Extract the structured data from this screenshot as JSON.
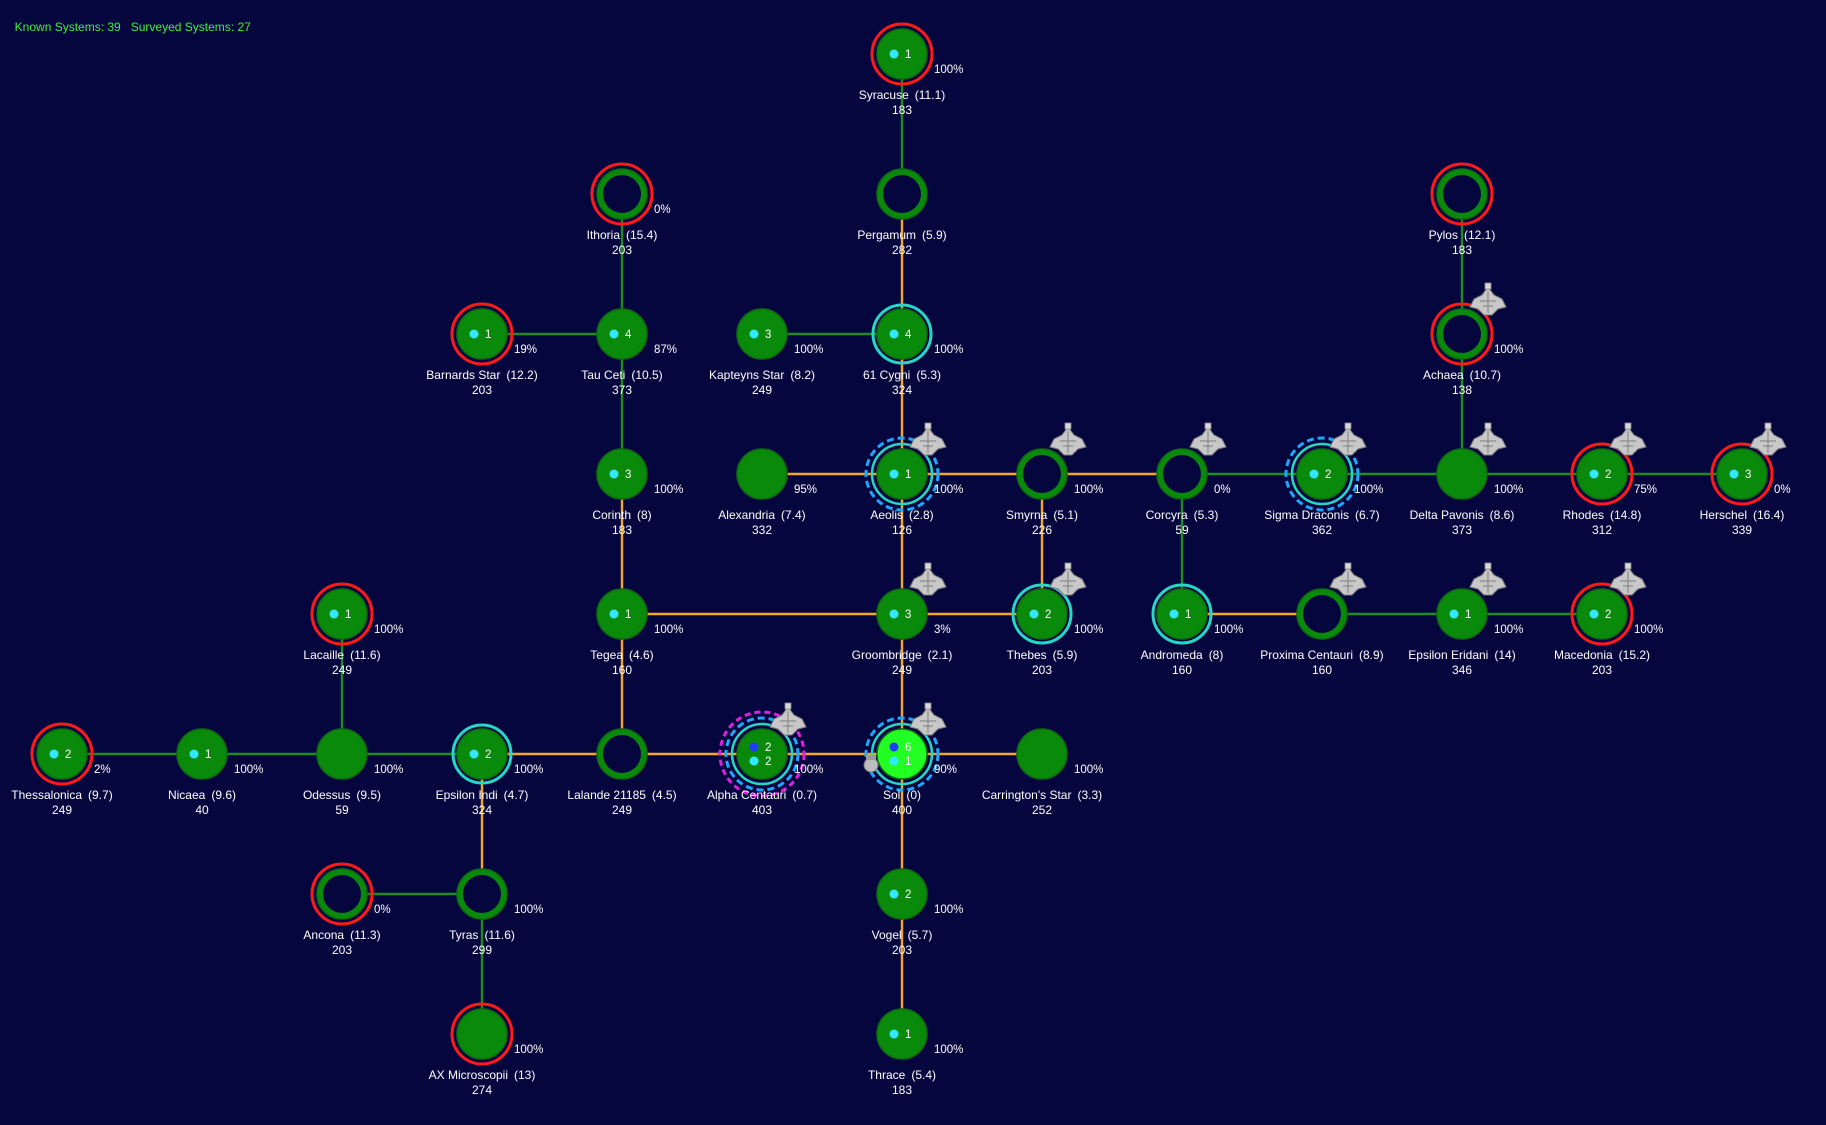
{
  "header": {
    "known_systems": "Known Systems: 39",
    "surveyed_systems": "Surveyed Systems: 27"
  },
  "colors": {
    "background": "#06063f",
    "planet_fill": "#0a8a0a",
    "home_fill": "#22ff22",
    "link_surveyed": "#1e8c1e",
    "link_jump": "#f5a623",
    "unsurveyed_ring": "#ff1a1a",
    "colony_ring": "#27d7c4",
    "fleet_ring": "#1ea7ff",
    "alien_ring": "#e020e0",
    "header_text": "#3cf03c"
  },
  "icons": {
    "ship": "warship-icon",
    "station": "space-station-icon",
    "jump_point": "jump-point-dot-icon"
  },
  "systems": [
    {
      "id": "syracuse",
      "name": "Syracuse",
      "dist": "(11.1)",
      "value": "183",
      "count": "1",
      "pct": "100%",
      "ring": "red",
      "ship": false
    },
    {
      "id": "pergamum",
      "name": "Pergamum",
      "dist": "(5.9)",
      "value": "282",
      "count": "",
      "pct": "",
      "ring": "none",
      "ship": false,
      "hollow": true
    },
    {
      "id": "ithoria",
      "name": "Ithoria",
      "dist": "(15.4)",
      "value": "203",
      "count": "",
      "pct": "0%",
      "ring": "red",
      "ship": false,
      "hollow": true
    },
    {
      "id": "pylos",
      "name": "Pylos",
      "dist": "(12.1)",
      "value": "183",
      "count": "",
      "pct": "",
      "ring": "red",
      "ship": false,
      "hollow": true
    },
    {
      "id": "barnards",
      "name": "Barnards Star",
      "dist": "(12.2)",
      "value": "203",
      "count": "1",
      "pct": "19%",
      "ring": "red",
      "ship": false
    },
    {
      "id": "tauceti",
      "name": "Tau Ceti",
      "dist": "(10.5)",
      "value": "373",
      "count": "4",
      "pct": "87%",
      "ring": "none",
      "ship": false
    },
    {
      "id": "kapteyns",
      "name": "Kapteyns Star",
      "dist": "(8.2)",
      "value": "249",
      "count": "3",
      "pct": "100%",
      "ring": "none",
      "ship": false
    },
    {
      "id": "61cygni",
      "name": "61 Cygni",
      "dist": "(5.3)",
      "value": "324",
      "count": "4",
      "pct": "100%",
      "ring": "cyan",
      "ship": false
    },
    {
      "id": "achaea",
      "name": "Achaea",
      "dist": "(10.7)",
      "value": "138",
      "count": "",
      "pct": "100%",
      "ring": "red",
      "ship": true,
      "hollow": true
    },
    {
      "id": "corinth",
      "name": "Corinth",
      "dist": "(8)",
      "value": "183",
      "count": "3",
      "pct": "100%",
      "ring": "none",
      "ship": false
    },
    {
      "id": "alexandria",
      "name": "Alexandria",
      "dist": "(7.4)",
      "value": "332",
      "count": "",
      "pct": "95%",
      "ring": "none",
      "ship": false
    },
    {
      "id": "aeolis",
      "name": "Aeolis",
      "dist": "(2.8)",
      "value": "126",
      "count": "1",
      "pct": "100%",
      "ring": "fleet",
      "ship": true
    },
    {
      "id": "smyrna",
      "name": "Smyrna",
      "dist": "(5.1)",
      "value": "226",
      "count": "",
      "pct": "100%",
      "ring": "none",
      "ship": true,
      "hollow": true
    },
    {
      "id": "corcyra",
      "name": "Corcyra",
      "dist": "(5.3)",
      "value": "59",
      "count": "",
      "pct": "0%",
      "ring": "none",
      "ship": true,
      "hollow": true
    },
    {
      "id": "sigmadraconis",
      "name": "Sigma Draconis",
      "dist": "(6.7)",
      "value": "362",
      "count": "2",
      "pct": "100%",
      "ring": "fleet",
      "ship": true
    },
    {
      "id": "deltapavonis",
      "name": "Delta Pavonis",
      "dist": "(8.6)",
      "value": "373",
      "count": "",
      "pct": "100%",
      "ring": "none",
      "ship": true
    },
    {
      "id": "rhodes",
      "name": "Rhodes",
      "dist": "(14.8)",
      "value": "312",
      "count": "2",
      "pct": "75%",
      "ring": "red",
      "ship": true
    },
    {
      "id": "herschel",
      "name": "Herschel",
      "dist": "(16.4)",
      "value": "339",
      "count": "3",
      "pct": "0%",
      "ring": "red",
      "ship": true
    },
    {
      "id": "lacaille",
      "name": "Lacaille",
      "dist": "(11.6)",
      "value": "249",
      "count": "1",
      "pct": "100%",
      "ring": "red",
      "ship": false
    },
    {
      "id": "tegea",
      "name": "Tegea",
      "dist": "(4.6)",
      "value": "160",
      "count": "1",
      "pct": "100%",
      "ring": "none",
      "ship": false
    },
    {
      "id": "groombridge",
      "name": "Groombridge",
      "dist": "(2.1)",
      "value": "249",
      "count": "3",
      "pct": "3%",
      "ring": "none",
      "ship": true
    },
    {
      "id": "thebes",
      "name": "Thebes",
      "dist": "(5.9)",
      "value": "203",
      "count": "2",
      "pct": "100%",
      "ring": "cyan",
      "ship": true
    },
    {
      "id": "andromeda",
      "name": "Andromeda",
      "dist": "(8)",
      "value": "160",
      "count": "1",
      "pct": "100%",
      "ring": "cyan",
      "ship": false
    },
    {
      "id": "proxima",
      "name": "Proxima Centauri",
      "dist": "(8.9)",
      "value": "160",
      "count": "",
      "pct": "",
      "ring": "none",
      "ship": true,
      "hollow": true
    },
    {
      "id": "epsiloneridani",
      "name": "Epsilon Eridani",
      "dist": "(14)",
      "value": "346",
      "count": "1",
      "pct": "100%",
      "ring": "none",
      "ship": true
    },
    {
      "id": "macedonia",
      "name": "Macedonia",
      "dist": "(15.2)",
      "value": "203",
      "count": "2",
      "pct": "100%",
      "ring": "red",
      "ship": true
    },
    {
      "id": "thessalonica",
      "name": "Thessalonica",
      "dist": "(9.7)",
      "value": "249",
      "count": "2",
      "pct": "2%",
      "ring": "red",
      "ship": false
    },
    {
      "id": "nicaea",
      "name": "Nicaea",
      "dist": "(9.6)",
      "value": "40",
      "count": "1",
      "pct": "100%",
      "ring": "none",
      "ship": false
    },
    {
      "id": "odessus",
      "name": "Odessus",
      "dist": "(9.5)",
      "value": "59",
      "count": "",
      "pct": "100%",
      "ring": "none",
      "ship": false
    },
    {
      "id": "epsilonindi",
      "name": "Epsilon Indi",
      "dist": "(4.7)",
      "value": "324",
      "count": "2",
      "pct": "100%",
      "ring": "cyan",
      "ship": false
    },
    {
      "id": "lalande",
      "name": "Lalande 21185",
      "dist": "(4.5)",
      "value": "249",
      "count": "",
      "pct": "",
      "ring": "none",
      "ship": false,
      "hollow": true
    },
    {
      "id": "alphacentauri",
      "name": "Alpha Centauri",
      "dist": "(0.7)",
      "value": "403",
      "count": "2",
      "count2": "2",
      "pct": "100%",
      "ring": "alien",
      "ship": true
    },
    {
      "id": "sol",
      "name": "Sol",
      "dist": "(0)",
      "value": "400",
      "count": "6",
      "count2": "1",
      "pct": "90%",
      "ring": "fleet",
      "ship": true,
      "home": true
    },
    {
      "id": "carringtons",
      "name": "Carrington's Star",
      "dist": "(3.3)",
      "value": "252",
      "count": "",
      "pct": "100%",
      "ring": "none",
      "ship": false
    },
    {
      "id": "ancona",
      "name": "Ancona",
      "dist": "(11.3)",
      "value": "203",
      "count": "",
      "pct": "0%",
      "ring": "red",
      "ship": false,
      "hollow": true
    },
    {
      "id": "tyras",
      "name": "Tyras",
      "dist": "(11.6)",
      "value": "299",
      "count": "",
      "pct": "100%",
      "ring": "none",
      "ship": false,
      "hollow": true
    },
    {
      "id": "vogel",
      "name": "Vogel",
      "dist": "(5.7)",
      "value": "203",
      "count": "2",
      "pct": "100%",
      "ring": "none",
      "ship": false
    },
    {
      "id": "axmicroscopii",
      "name": "AX Microscopii",
      "dist": "(13)",
      "value": "274",
      "count": "",
      "pct": "100%",
      "ring": "red",
      "ship": false
    },
    {
      "id": "thrace",
      "name": "Thrace",
      "dist": "(5.4)",
      "value": "183",
      "count": "1",
      "pct": "100%",
      "ring": "none",
      "ship": false
    }
  ],
  "links": [
    [
      "syracuse",
      "pergamum",
      "green"
    ],
    [
      "pergamum",
      "61cygni",
      "orange"
    ],
    [
      "ithoria",
      "tauceti",
      "green"
    ],
    [
      "barnards",
      "tauceti",
      "green"
    ],
    [
      "tauceti",
      "corinth",
      "green"
    ],
    [
      "corinth",
      "tegea",
      "orange"
    ],
    [
      "kapteyns",
      "61cygni",
      "green"
    ],
    [
      "61cygni",
      "aeolis",
      "orange"
    ],
    [
      "pylos",
      "achaea",
      "green"
    ],
    [
      "achaea",
      "deltapavonis",
      "green"
    ],
    [
      "alexandria",
      "aeolis",
      "orange"
    ],
    [
      "aeolis",
      "smyrna",
      "orange"
    ],
    [
      "smyrna",
      "corcyra",
      "orange"
    ],
    [
      "corcyra",
      "sigmadraconis",
      "green"
    ],
    [
      "sigmadraconis",
      "deltapavonis",
      "green"
    ],
    [
      "deltapavonis",
      "rhodes",
      "green"
    ],
    [
      "rhodes",
      "herschel",
      "green"
    ],
    [
      "aeolis",
      "groombridge",
      "orange"
    ],
    [
      "smyrna",
      "thebes",
      "orange"
    ],
    [
      "corcyra",
      "andromeda",
      "green"
    ],
    [
      "tegea",
      "groombridge",
      "orange"
    ],
    [
      "groombridge",
      "thebes",
      "orange"
    ],
    [
      "andromeda",
      "proxima",
      "orange"
    ],
    [
      "proxima",
      "epsiloneridani",
      "green"
    ],
    [
      "epsiloneridani",
      "macedonia",
      "green"
    ],
    [
      "lacaille",
      "odessus",
      "green"
    ],
    [
      "thessalonica",
      "nicaea",
      "green"
    ],
    [
      "nicaea",
      "odessus",
      "green"
    ],
    [
      "odessus",
      "epsilonindi",
      "green"
    ],
    [
      "epsilonindi",
      "lalande",
      "orange"
    ],
    [
      "lalande",
      "tegea",
      "orange"
    ],
    [
      "lalande",
      "alphacentauri",
      "orange"
    ],
    [
      "alphacentauri",
      "sol",
      "orange"
    ],
    [
      "sol",
      "carringtons",
      "orange"
    ],
    [
      "groombridge",
      "sol",
      "orange"
    ],
    [
      "epsilonindi",
      "tyras",
      "orange"
    ],
    [
      "ancona",
      "tyras",
      "green"
    ],
    [
      "tyras",
      "axmicroscopii",
      "green"
    ],
    [
      "sol",
      "vogel",
      "orange"
    ],
    [
      "vogel",
      "thrace",
      "orange"
    ]
  ]
}
